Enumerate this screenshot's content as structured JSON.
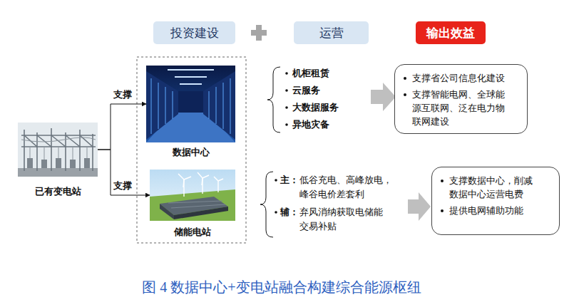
{
  "diagram": {
    "caption": "图 4 数据中心+变电站融合构建综合能源枢纽",
    "nodes": [
      {
        "text": [
          "投资建设"
        ]
      },
      {
        "text": [
          "运营"
        ]
      },
      {
        "text": [
          "输出效益"
        ]
      },
      {
        "text": [
          "已有变电站"
        ]
      },
      {
        "text": [
          "数据中心"
        ]
      },
      {
        "text": [
          "储能电站"
        ]
      },
      {
        "text": [
          "支撑省公司信息化建设",
          "支撑智能电网、全球能源互联网、泛在电力物联网建设"
        ]
      },
      {
        "text": [
          "支撑数据中心，削减数据中心运营电费",
          "提供电网辅助功能"
        ]
      }
    ],
    "edges": [
      {
        "from": 3,
        "to": 4,
        "label": "支撑",
        "arrow": "to"
      },
      {
        "from": 3,
        "to": 5,
        "label": "支撑",
        "arrow": "to"
      }
    ],
    "labels": [
      "机柜租赁",
      "云服务",
      "大数据服务",
      "异地灾备",
      "主：",
      "低谷充电、高峰放电，峰谷电价差套利",
      "辅：",
      "弃风消纳获取电储能交易补贴"
    ]
  }
}
